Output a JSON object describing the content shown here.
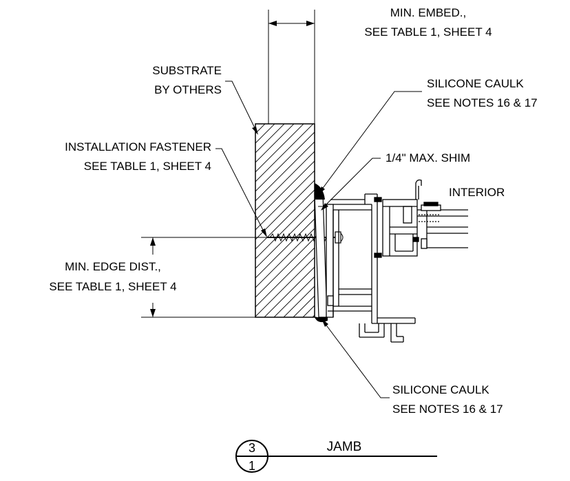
{
  "labels": {
    "min_embed_1": "MIN. EMBED.,",
    "min_embed_2": "SEE TABLE 1, SHEET 4",
    "substrate_1": "SUBSTRATE",
    "substrate_2": "BY OTHERS",
    "caulk_top_1": "SILICONE CAULK",
    "caulk_top_2": "SEE NOTES 16 & 17",
    "fastener_1": "INSTALLATION FASTENER",
    "fastener_2": "SEE TABLE 1, SHEET 4",
    "shim": "1/4\" MAX. SHIM",
    "interior": "INTERIOR",
    "edge_1": "MIN. EDGE DIST.,",
    "edge_2": "SEE TABLE 1, SHEET 4",
    "caulk_bot_1": "SILICONE CAULK",
    "caulk_bot_2": "SEE NOTES 16 & 17"
  },
  "detail": {
    "number": "3",
    "sheet": "1",
    "title": "JAMB"
  }
}
